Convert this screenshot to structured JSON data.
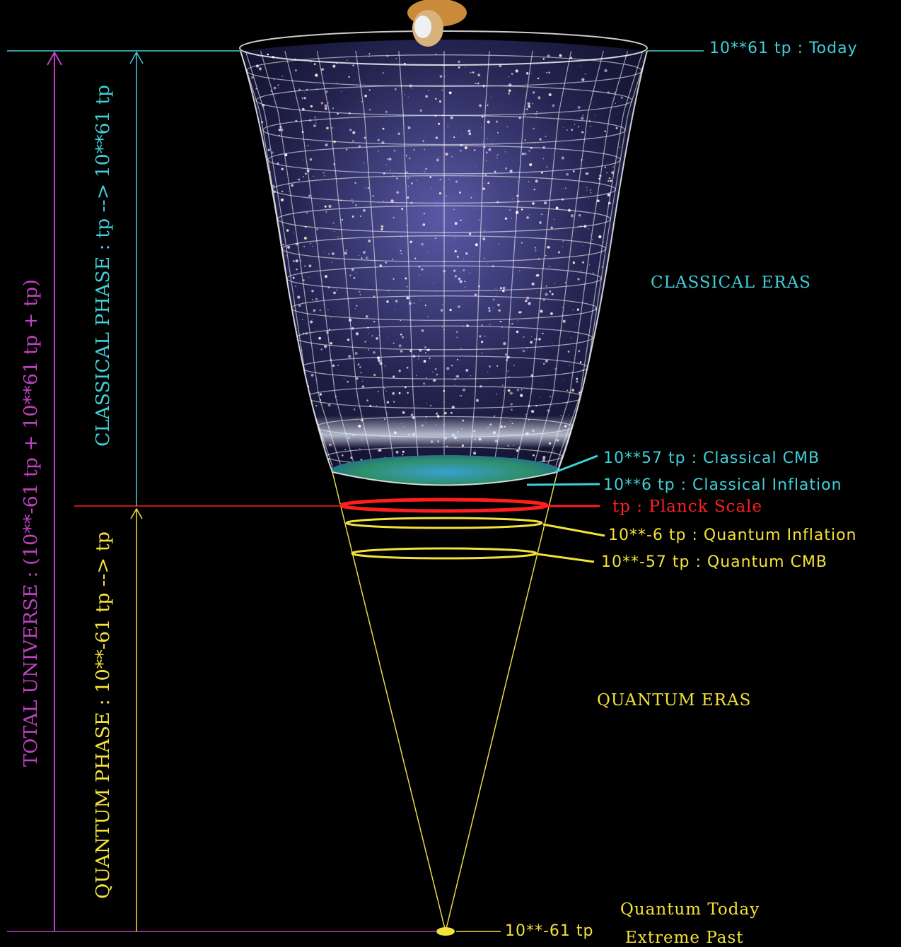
{
  "colors": {
    "background": "#000000",
    "classical": "#3fd0d8",
    "quantum": "#f2e23a",
    "planck": "#ff2020",
    "total": "#c040c0"
  },
  "labels": {
    "today": "10**61  tp  :  Today",
    "classical_eras": "CLASSICAL  ERAS",
    "classical_cmb": "10**57  tp  :  Classical  CMB",
    "classical_inflation": "10**6  tp  :  Classical  Inflation",
    "planck_scale": "tp  :  Planck  Scale",
    "quantum_inflation": "10**-6  tp  :  Quantum  Inflation",
    "quantum_cmb": "10**-57  tp  :  Quantum  CMB",
    "quantum_eras": "QUANTUM  ERAS",
    "quantum_today": "Quantum  Today",
    "extreme_past_time": "10**-61  tp",
    "extreme_past": "Extreme  Past"
  },
  "vertical_labels": {
    "total_universe": "TOTAL UNIVERSE : (10**-61 tp + 10**61 tp + tp)",
    "classical_phase": "CLASSICAL PHASE : tp --> 10**61 tp",
    "quantum_phase": "QUANTUM PHASE : 10**-61 tp --> tp"
  }
}
